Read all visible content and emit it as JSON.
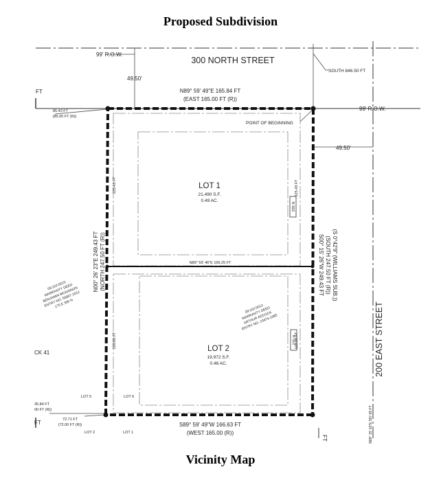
{
  "title": "Proposed Subdivision",
  "caption": "Vicinity Map",
  "plat": {
    "streets": {
      "north": "300 NORTH STREET",
      "east": "200 EAST STREET",
      "north_row": "99' R.O.W.",
      "east_row": "99' R.O.W.",
      "north_offset": "49.50'",
      "east_offset": "49.50'",
      "south_tie": "SOUTH 846.50 FT"
    },
    "point_of_beginning": "POINT OF BEGINNING",
    "north_line": {
      "bearing": "N89° 59' 49\"E  165.84 FT",
      "record": "(EAST 165.00 FT (R))"
    },
    "south_line": {
      "bearing": "S89° 59' 49\"W  166.63 FT",
      "record": "(WEST 165.00 (R))"
    },
    "west_line": {
      "bearing": "N00° 26' 23\"E  249.43 FT",
      "record": "(NORTH 247.50 FT (R))"
    },
    "east_line": {
      "bearing": "S00° 15' 26\"W  249.43 FT",
      "record": "(SOUTH 247.50 FT (R))",
      "record2": "(S 0°42'9\" (WILLIAMS SUB.))"
    },
    "interior_line": "N89° 59' 46\"E  166.25 FT",
    "lot1": {
      "name": "LOT 1",
      "area": "21,490 S.F.",
      "acres": "0.49 AC.",
      "address": "295 N",
      "west_dim": "125.43 FT",
      "east_dim": "125.43 FT"
    },
    "lot2": {
      "name": "LOT 2",
      "area": "19,972 S.F.",
      "acres": "0.46 AC.",
      "address": "275 N",
      "west_dim": "120.00 FT",
      "east_dim": "120.00 FT"
    },
    "deed_west": [
      "09:102:0015",
      "WARRANTY DEED",
      "BENJAMIN MCKINNON",
      "ENTRY NO. 56897-2012",
      "175 E 300 N"
    ],
    "deed_lot2": [
      "09:102:0012",
      "WARRANTY DEED",
      "ARTHUR ADCOCK",
      "ENTRY NO. 23474-1985"
    ],
    "nw_tie": [
      "85.43 FT",
      "(85.00 FT (R))"
    ],
    "sw_tie": [
      "72.71 FT",
      "(72.00 FT (R))"
    ],
    "sw_edge": [
      "35.84 FT",
      "00 FT (R))"
    ],
    "lot5": "LOT 5",
    "lot6": "LOT 6",
    "lot2_bottom": "LOT 2",
    "lot1_bottom": "LOT 1",
    "block": "CK 41",
    "edge_ft": "FT",
    "far_right_dim": "N89° 15' 02\"E  597.65 FT",
    "bottom_right_ft": "FT",
    "ft_top_left": "FT"
  }
}
